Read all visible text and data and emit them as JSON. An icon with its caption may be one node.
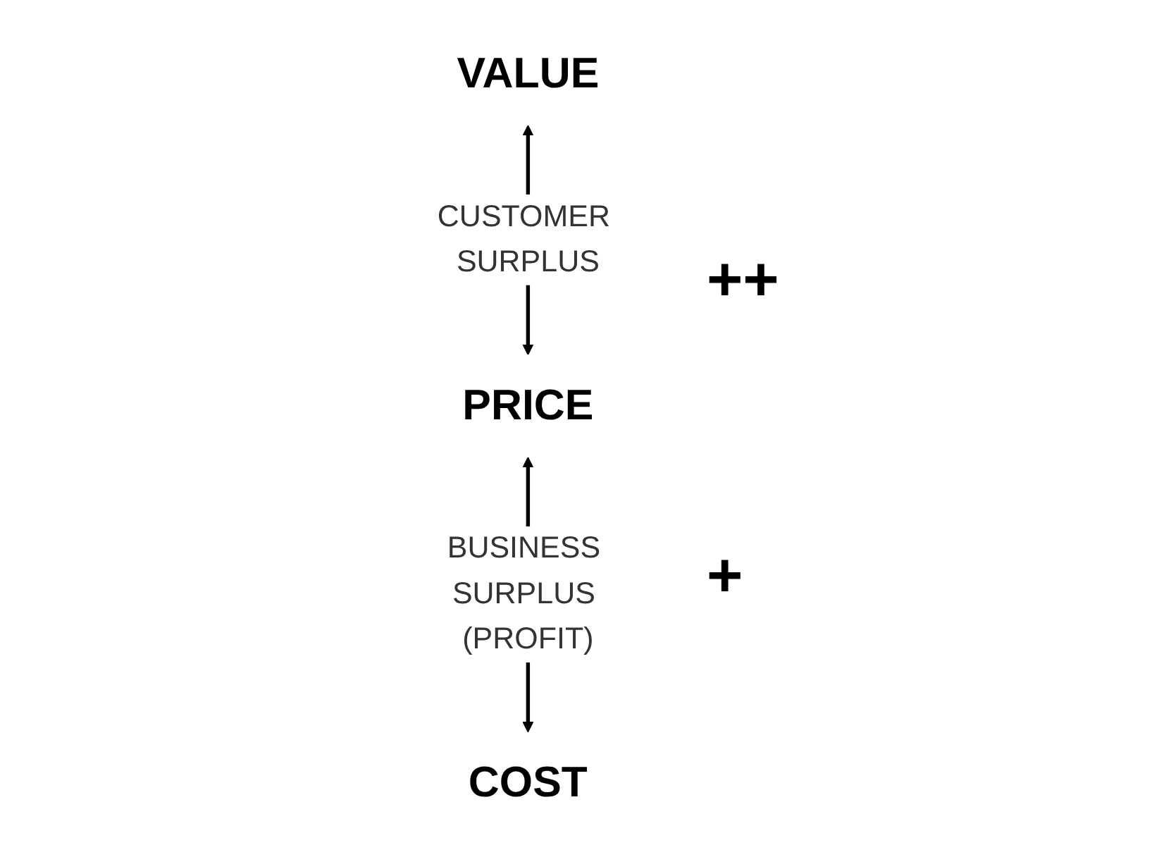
{
  "diagram": {
    "nodes": [
      {
        "text": [
          "VALUE"
        ]
      },
      {
        "text": [
          "PRICE"
        ]
      },
      {
        "text": [
          "COST"
        ]
      }
    ],
    "edges": [
      {
        "from": 0,
        "to": 1,
        "arrow": "both",
        "label": "CUSTOMER SURPLUS"
      },
      {
        "from": 1,
        "to": 2,
        "arrow": "both",
        "label": "BUSINESS SURPLUS (PROFIT)"
      }
    ],
    "labels": [
      "++",
      "+"
    ]
  }
}
